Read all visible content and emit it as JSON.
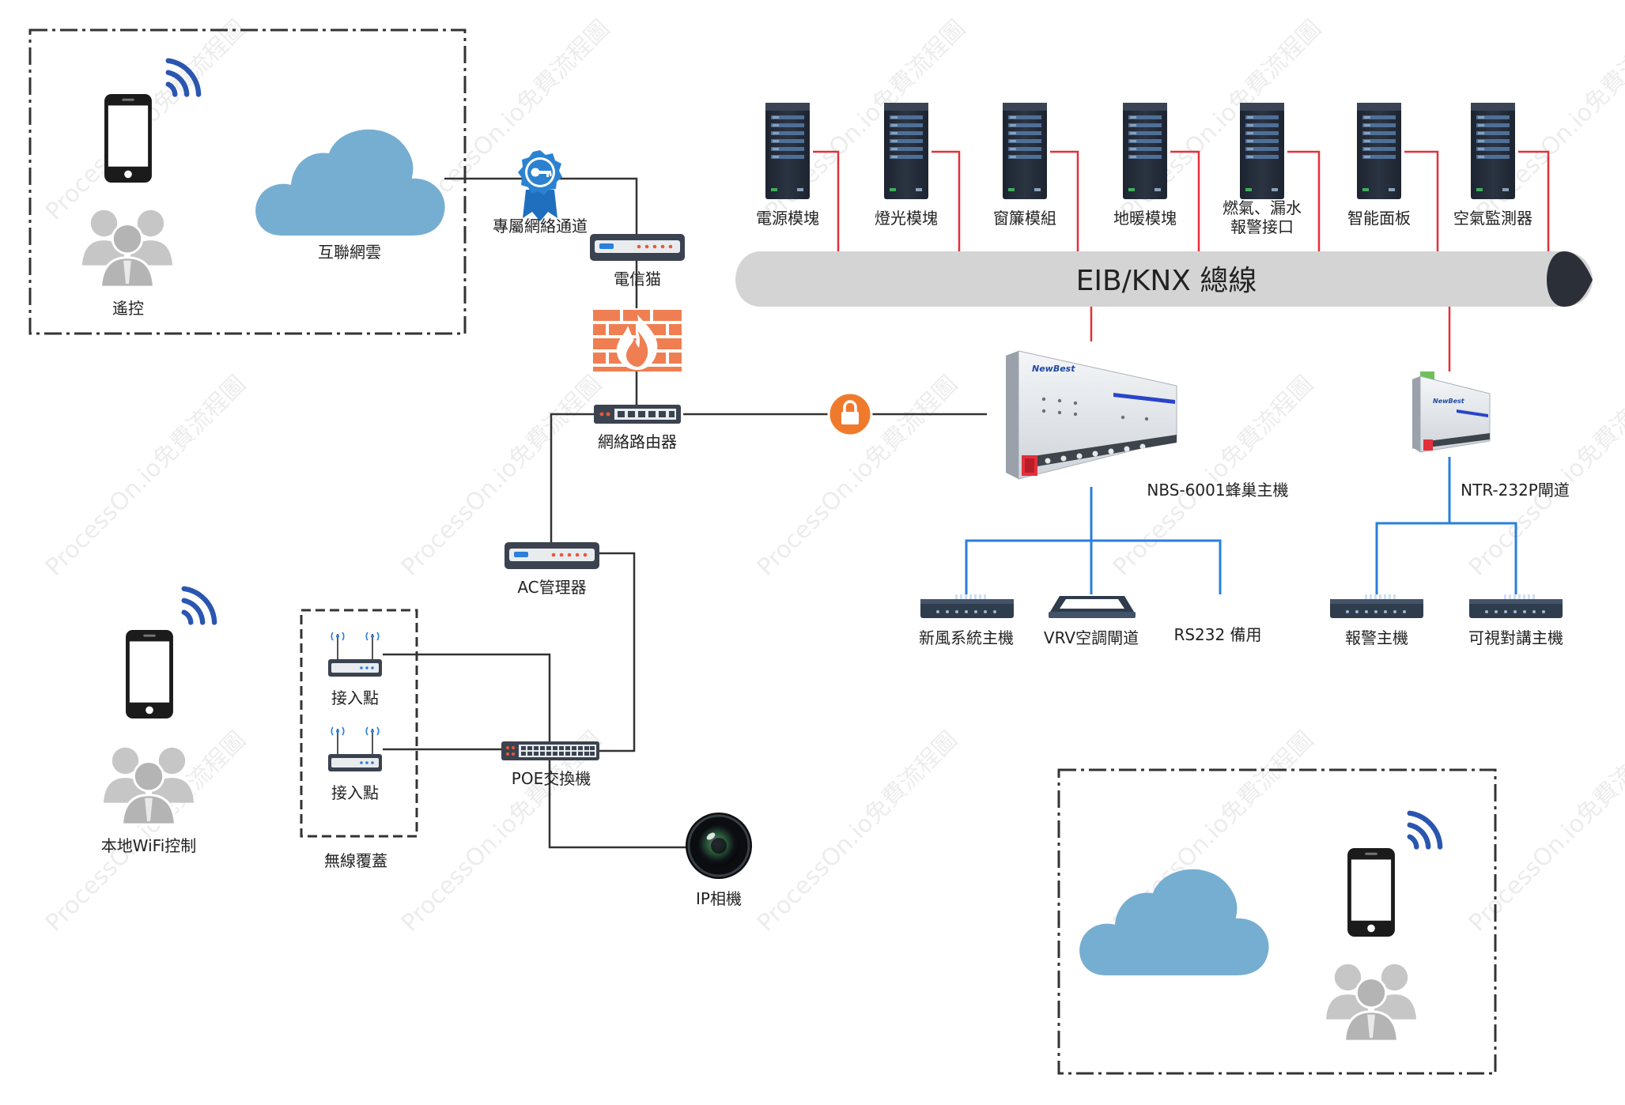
{
  "watermark": "ProcessOn.io免費流程圖",
  "colors": {
    "cloud": "#76aed2",
    "bus_red": "#e2303a",
    "branch_blue": "#2a7fdc",
    "line_dark": "#333333",
    "firewall": "#ef7f52",
    "lock": "#f07a2c",
    "wifi": "#2a56b0",
    "bus_fill": "#d4d4d4"
  },
  "labels": {
    "remote": "遙控",
    "internet_cloud": "互聯網雲",
    "private_channel": "專屬網絡通道",
    "modem": "電信猫",
    "router": "網絡路由器",
    "ac_manager": "AC管理器",
    "access_point_1": "接入點",
    "access_point_2": "接入點",
    "wireless_coverage": "無線覆蓋",
    "poe_switch": "POE交換機",
    "ip_camera": "IP相機",
    "local_wifi": "本地WiFi控制",
    "bus": "EIB/KNX 總線",
    "nbs_host": "NBS-6001蜂巢主機",
    "ntr_gateway": "NTR-232P閘道",
    "fresh_air": "新風系統主機",
    "vrv": "VRV空調閘道",
    "rs232": "RS232 備用",
    "alarm_host": "報警主機",
    "video_intercom": "可視對講主機"
  },
  "modules": [
    {
      "label": "電源模塊"
    },
    {
      "label": "燈光模塊"
    },
    {
      "label": "窗簾模組"
    },
    {
      "label": "地暖模塊"
    },
    {
      "label": "燃氣、漏水",
      "label2": "報警接口"
    },
    {
      "label": "智能面板"
    },
    {
      "label": "空氣監測器"
    }
  ],
  "brand": "NewBest"
}
